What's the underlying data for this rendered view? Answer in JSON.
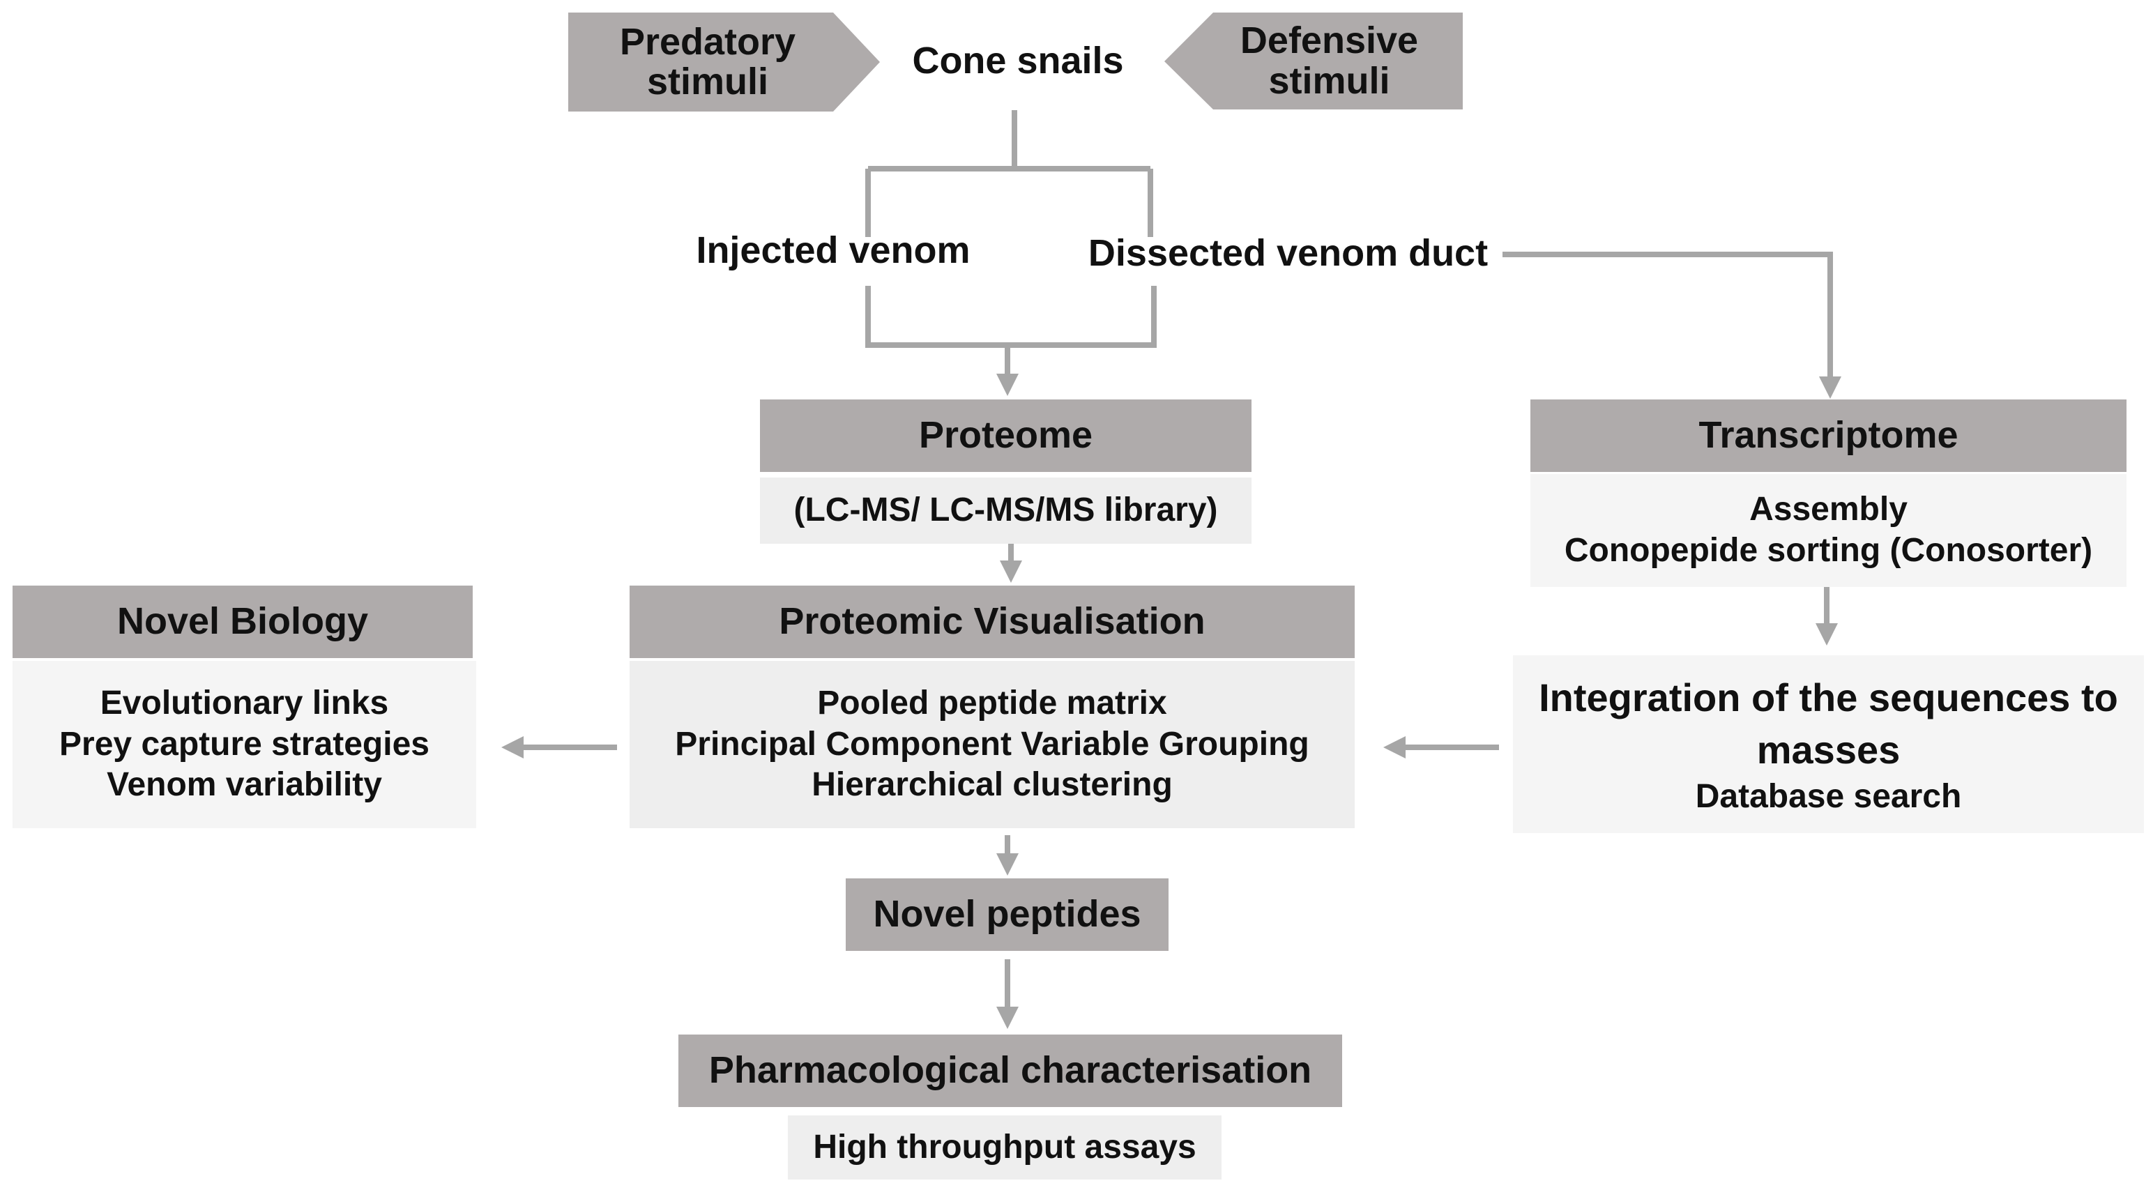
{
  "nodes": {
    "predatory": "Predatory\nstimuli",
    "cone_snails": "Cone snails",
    "defensive": "Defensive\nstimuli",
    "injected": "Injected venom",
    "dissected": "Dissected venom duct",
    "proteome": {
      "title": "Proteome",
      "sub": "(LC-MS/ LC-MS/MS library)"
    },
    "transcriptome": {
      "title": "Transcriptome",
      "lines": [
        "Assembly",
        "Conopepide sorting (Conosorter)"
      ]
    },
    "novel_biology": {
      "title": "Novel Biology",
      "lines": [
        "Evolutionary links",
        "Prey capture strategies",
        "Venom variability"
      ]
    },
    "visualisation": {
      "title": "Proteomic Visualisation",
      "lines": [
        "Pooled peptide matrix",
        "Principal Component Variable Grouping",
        "Hierarchical clustering"
      ]
    },
    "integration": {
      "title_lines": [
        "Integration of the sequences to",
        "masses"
      ],
      "sub": "Database search"
    },
    "novel_peptides": "Novel peptides",
    "pharmacological": {
      "title": "Pharmacological characterisation",
      "sub": "High throughput assays"
    }
  },
  "colors": {
    "header_fill": "#afabab",
    "arrow": "#a6a6a6",
    "sub_fill": "#eeeeee",
    "light_fill": "#f5f5f5"
  }
}
